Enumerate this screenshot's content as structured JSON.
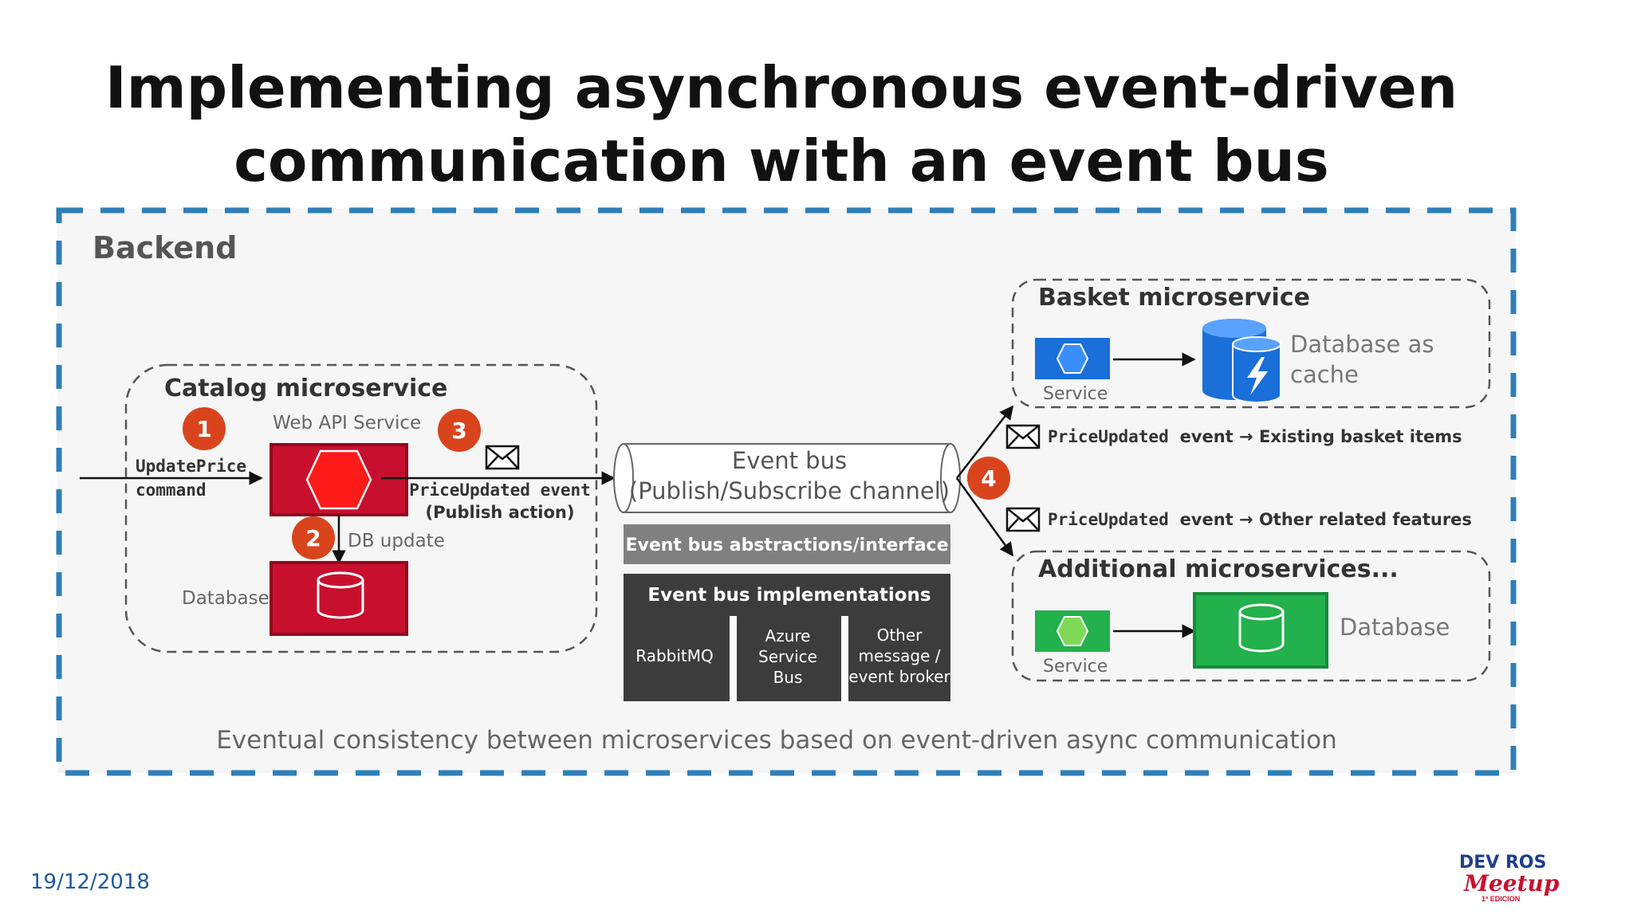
{
  "title": {
    "line1": "Implementing asynchronous event-driven",
    "line2": "communication with an event bus"
  },
  "backend_label": "Backend",
  "catalog": {
    "title": "Catalog microservice",
    "web_api_label": "Web API Service",
    "command_line1": "UpdatePrice",
    "command_line2": "command",
    "db_update_label": "DB update",
    "database_label": "Database",
    "event_line1": "PriceUpdated event",
    "event_line2": "(Publish action)",
    "step1": "1",
    "step2": "2",
    "step3": "3"
  },
  "event_bus": {
    "line1": "Event bus",
    "line2": "(Publish/Subscribe channel)",
    "abstractions": "Event bus abstractions/interface",
    "implementations": "Event bus implementations",
    "rabbitmq": "RabbitMQ",
    "azure_line1": "Azure",
    "azure_line2": "Service",
    "azure_line3": "Bus",
    "other_line1": "Other",
    "other_line2": "message /",
    "other_line3": "event broker",
    "step4": "4"
  },
  "basket": {
    "title": "Basket microservice",
    "service_label": "Service",
    "db_line1": "Database as",
    "db_line2": "cache",
    "event_mono": "PriceUpdated",
    "event_text": "event → Existing basket items"
  },
  "additional": {
    "title": "Additional microservices...",
    "service_label": "Service",
    "db_label": "Database",
    "event_mono": "PriceUpdated",
    "event_text": "event → Other related features"
  },
  "caption": "Eventual consistency between microservices based on event-driven async communication",
  "footer": {
    "date": "19/12/2018",
    "logo_top": "DEV ROS",
    "logo_mid": "Meetup",
    "logo_bottom": "1º EDICION"
  },
  "colors": {
    "dash_blue": "#2f7fb8",
    "catalog_red": "#d9101a",
    "badge_orange": "#d9441d",
    "basket_blue": "#1a6fd9",
    "additional_green": "#22b14c",
    "bus_gray": "#808080",
    "impl_dark": "#3c3c3c"
  }
}
